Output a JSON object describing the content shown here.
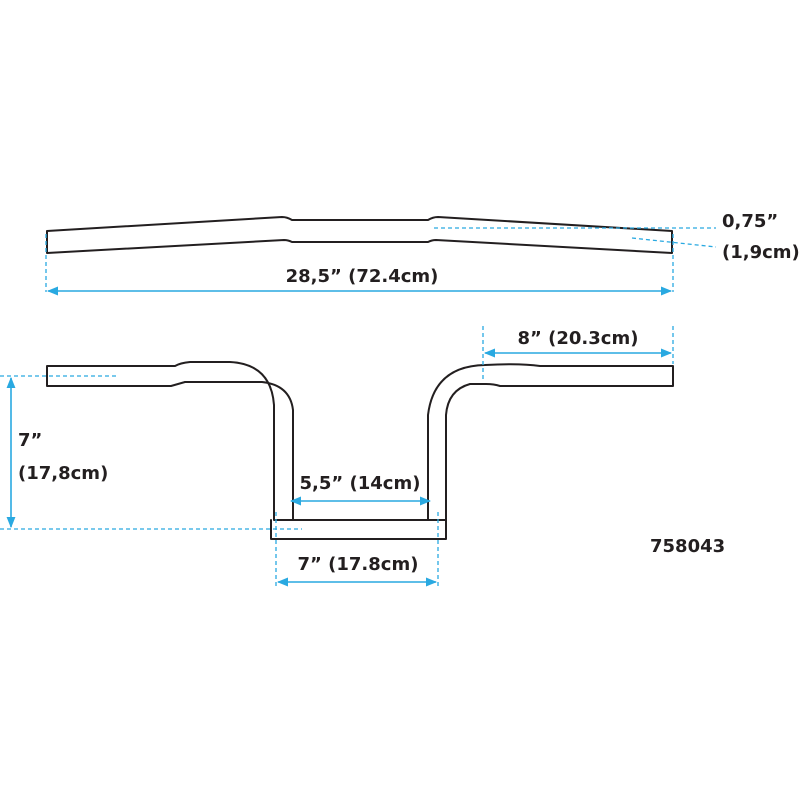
{
  "diagram": {
    "part_number": "758043",
    "colors": {
      "outline": "#231f20",
      "dimension": "#29a9e1",
      "background": "#ffffff"
    },
    "top_view": {
      "width_label": "28,5” (72.4cm)",
      "diameter_label_line1": "0,75”",
      "diameter_label_line2": "(1,9cm)"
    },
    "front_view": {
      "grip_label": "8” (20.3cm)",
      "rise_label_line1": "7”",
      "rise_label_line2": "(17,8cm)",
      "inner_width_label": "5,5” (14cm)",
      "base_width_label": "7” (17.8cm)"
    }
  }
}
